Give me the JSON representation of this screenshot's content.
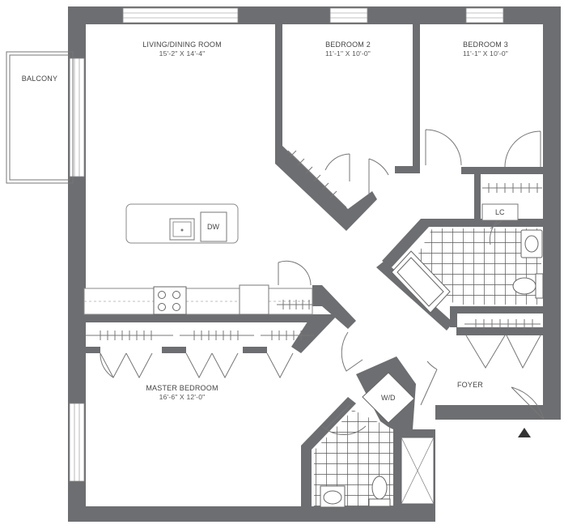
{
  "rooms": {
    "living": {
      "name": "LIVING/DINING ROOM",
      "dims": "15'-2\" X 14'-4\""
    },
    "bedroom2": {
      "name": "BEDROOM 2",
      "dims": "11'-1\" X 10'-0\""
    },
    "bedroom3": {
      "name": "BEDROOM 3",
      "dims": "11'-1\" X 10'-0\""
    },
    "master": {
      "name": "MASTER BEDROOM",
      "dims": "16'-6\" X 12'-0\""
    },
    "balcony": {
      "name": "BALCONY"
    },
    "foyer": {
      "name": "FOYER"
    }
  },
  "fixtures": {
    "dishwasher": "DW",
    "linen_closet": "LC",
    "washer_dryer": "W/D"
  },
  "colors": {
    "wall": "#6d6e71",
    "line": "#7a7a7a",
    "tile": "#555555"
  }
}
